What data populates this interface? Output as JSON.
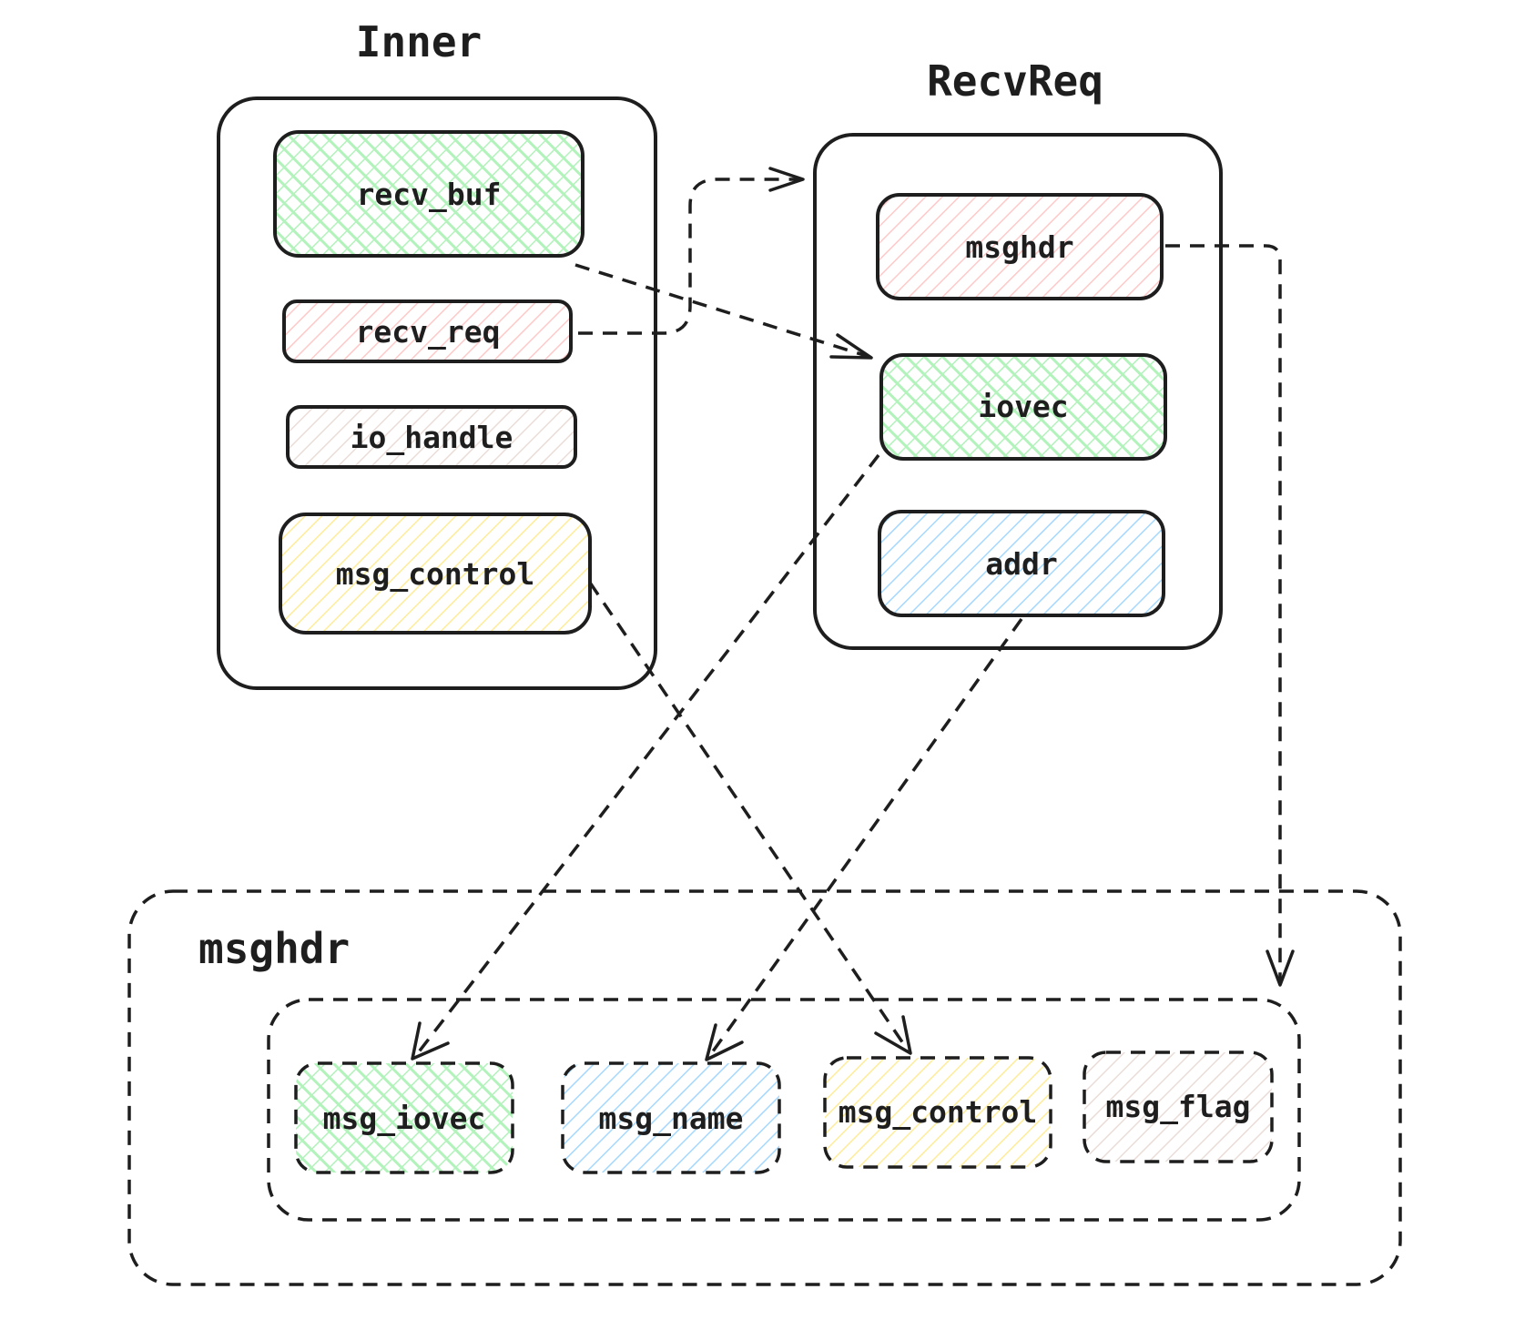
{
  "groups": {
    "inner": {
      "title": "Inner"
    },
    "recvreq": {
      "title": "RecvReq"
    },
    "msghdr": {
      "title": "msghdr"
    }
  },
  "fields": {
    "recv_buf": "recv_buf",
    "recv_req": "recv_req",
    "io_handle": "io_handle",
    "inner_msg_control": "msg_control",
    "msghdr": "msghdr",
    "iovec": "iovec",
    "addr": "addr",
    "msg_iovec": "msg_iovec",
    "msg_name": "msg_name",
    "msg_control": "msg_control",
    "msg_flag": "msg_flag"
  },
  "colors": {
    "green": "#b2f2bb",
    "red": "#ffc9c9",
    "blue": "#a5d8ff",
    "yellow": "#ffec99",
    "taupe": "#eaddd7",
    "stroke": "#1e1e1e"
  }
}
